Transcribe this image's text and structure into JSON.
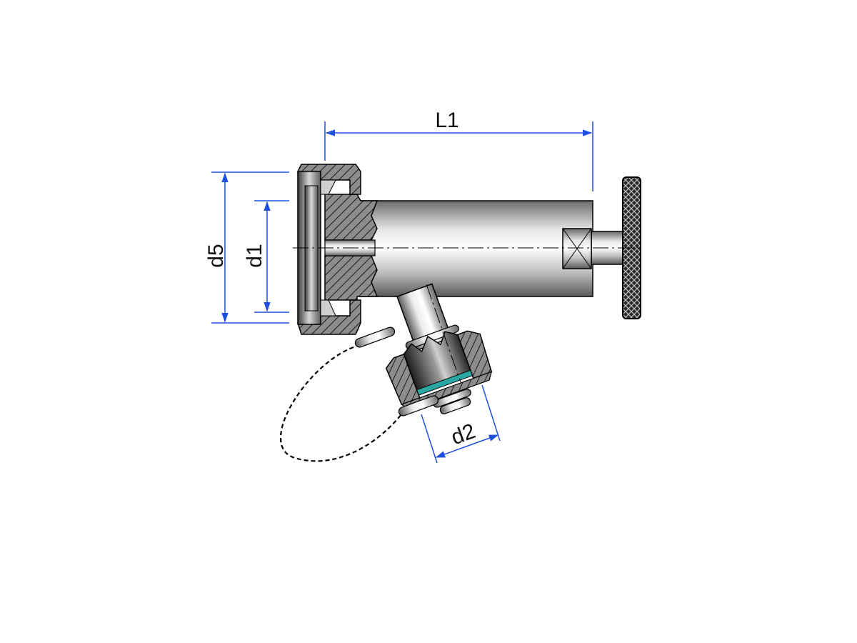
{
  "labels": {
    "L1": "L1",
    "d5": "d5",
    "d1": "d1",
    "d2": "d2"
  },
  "colors": {
    "dimension": "#1f4fe0",
    "outline": "#000000",
    "seal": "#2aa7a0"
  }
}
